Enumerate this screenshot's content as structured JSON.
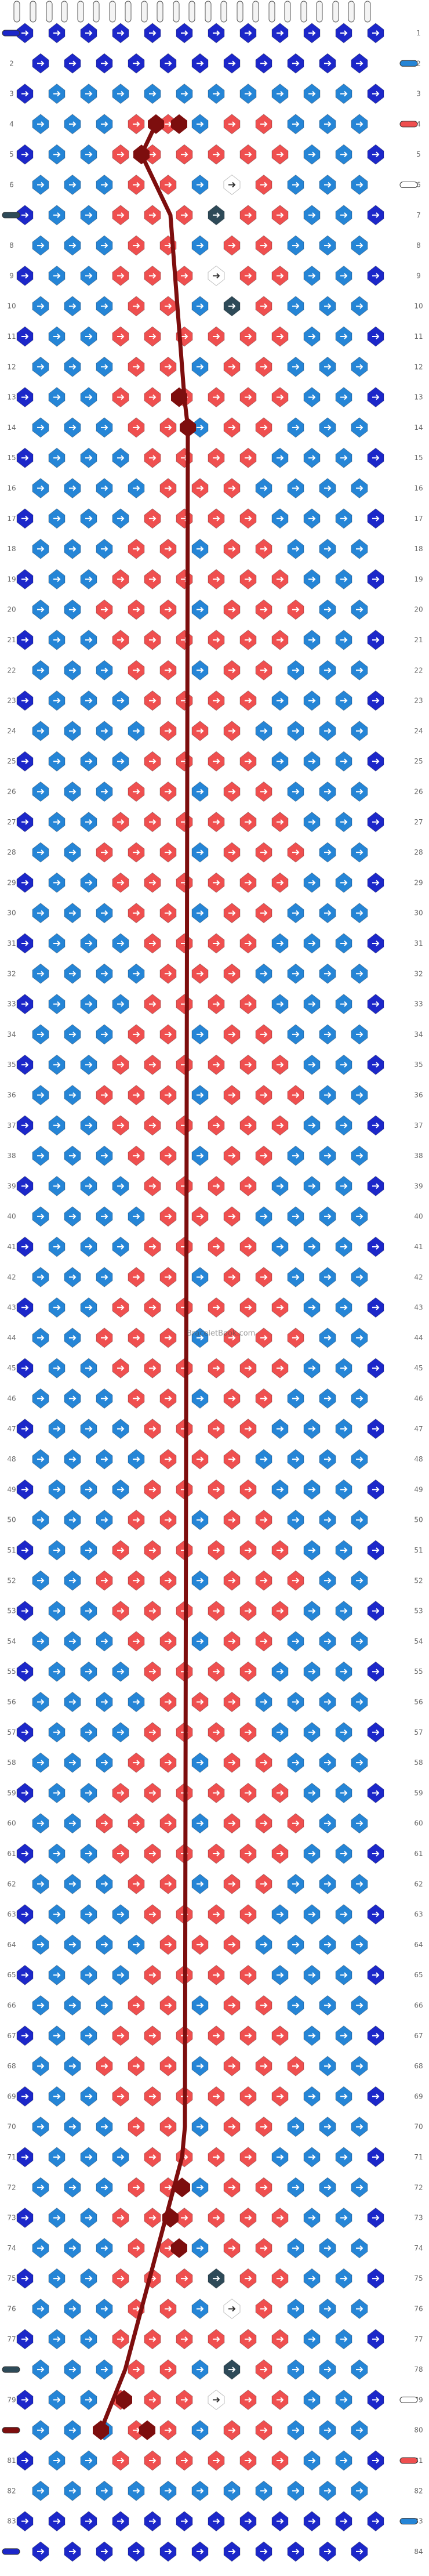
{
  "pattern": {
    "rows": 84,
    "watermark": "BraceletBook.com",
    "colors": {
      "background_knot": "#2585d6",
      "edge_knot": "#1c27c9",
      "motif_knot": "#ef4f4f",
      "highlight_knot": "#ffffff",
      "dark_knot": "#2e4a58",
      "outline_thread": "#7d0e0e",
      "thread_white": "#f4f4f4",
      "thread_light_blue": "#2585d6",
      "thread_red": "#ef4f4f",
      "thread_dark": "#2e4a58",
      "thread_maroon": "#7d0e0e"
    },
    "left_threads": [
      {
        "row": 1,
        "color": "edge_knot"
      },
      {
        "row": 7,
        "color": "dark_knot"
      },
      {
        "row": 78,
        "color": "dark_knot"
      },
      {
        "row": 80,
        "color": "outline_thread"
      },
      {
        "row": 84,
        "color": "edge_knot"
      }
    ],
    "right_threads": [
      {
        "row": 2,
        "color": "background_knot"
      },
      {
        "row": 4,
        "color": "motif_knot"
      },
      {
        "row": 6,
        "color": "highlight_knot"
      },
      {
        "row": 79,
        "color": "highlight_knot"
      },
      {
        "row": 81,
        "color": "motif_knot"
      },
      {
        "row": 83,
        "color": "background_knot"
      }
    ]
  }
}
